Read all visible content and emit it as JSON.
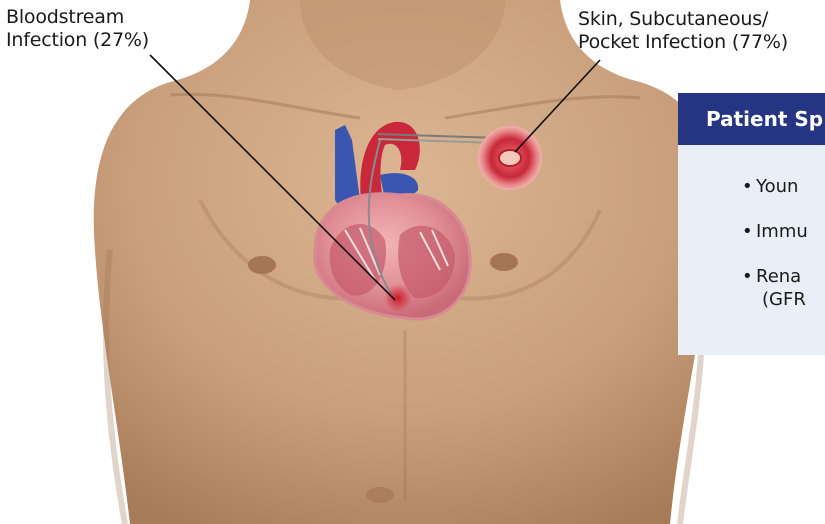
{
  "callouts": {
    "bloodstream": {
      "line1": "Bloodstream",
      "line2": "Infection (27%)"
    },
    "pocket": {
      "line1": "Skin, Subcutaneous/",
      "line2": "Pocket Infection (77%)"
    }
  },
  "panel": {
    "title": "Patient Sp",
    "items": [
      {
        "line1": "Youn",
        "line2": ""
      },
      {
        "line1": "Immu",
        "line2": ""
      },
      {
        "line1": "Rena",
        "line2": "(GFR"
      }
    ]
  },
  "colors": {
    "panel_header": "#253584",
    "panel_body": "#e9eef7",
    "skin": "#c9a07f",
    "infection_red": "#c8283a"
  }
}
